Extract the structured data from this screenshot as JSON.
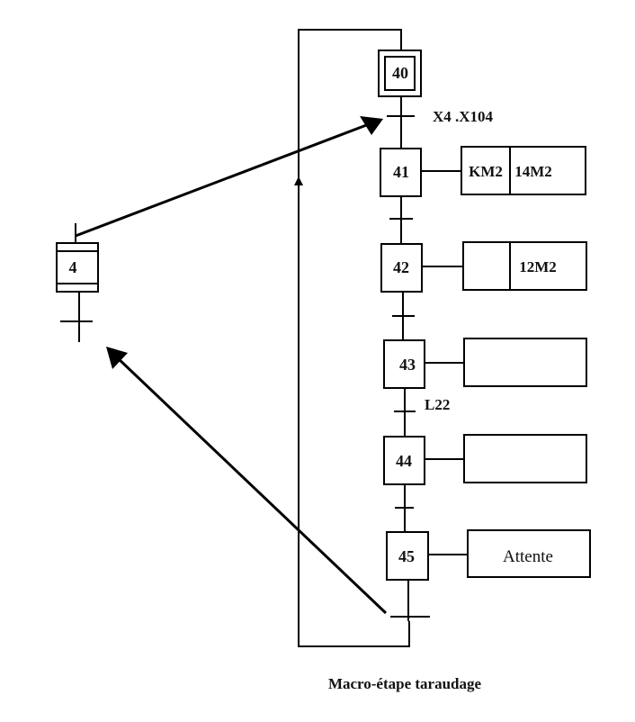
{
  "diagram": {
    "type": "grafcet",
    "caption": "Macro-étape taraudage",
    "colors": {
      "line": "#000000",
      "background": "#ffffff"
    },
    "macro_step": {
      "label": "4"
    },
    "steps": [
      {
        "id": "40",
        "kind": "entry",
        "actions": []
      },
      {
        "id": "41",
        "actions": [
          "KM2",
          "14M2"
        ]
      },
      {
        "id": "42",
        "actions": [
          "",
          "12M2"
        ]
      },
      {
        "id": "43",
        "actions": [
          ""
        ]
      },
      {
        "id": "44",
        "actions": [
          ""
        ]
      },
      {
        "id": "45",
        "actions": [
          "Attente"
        ]
      }
    ],
    "transitions": [
      {
        "after": "40",
        "condition": "X4 .X104"
      },
      {
        "after": "41",
        "condition": ""
      },
      {
        "after": "42",
        "condition": ""
      },
      {
        "after": "43",
        "condition": "L22"
      },
      {
        "after": "44",
        "condition": ""
      },
      {
        "after": "45",
        "condition": ""
      }
    ]
  }
}
